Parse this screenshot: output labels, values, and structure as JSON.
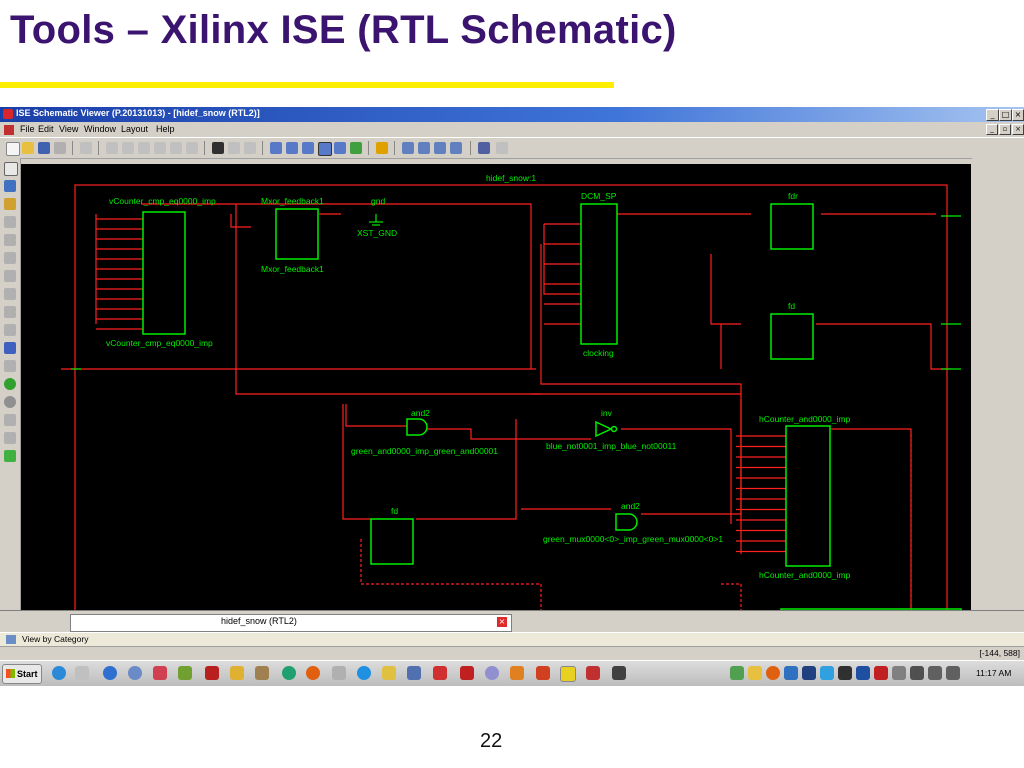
{
  "slide": {
    "title": "Tools – Xilinx ISE (RTL Schematic)",
    "page_number": "22"
  },
  "window": {
    "title": "ISE Schematic Viewer (P.20131013) - [hidef_snow (RTL2)]",
    "controls": {
      "minimize": "_",
      "maximize": "□",
      "close": "×"
    }
  },
  "menu": [
    "File",
    "Edit",
    "View",
    "Window",
    "Layout",
    "Help"
  ],
  "schematic": {
    "top_module": "hidef_snow:1",
    "vcounter_label": "vCounter_cmp_eq0000_imp",
    "vcounter_inst": "vCounter_cmp_eq0000_imp",
    "mxor_label": "Mxor_feedback1",
    "mxor_inst": "Mxor_feedback1",
    "gnd_label": "gnd",
    "gnd_inst": "XST_GND",
    "dcm_label": "DCM_SP",
    "dcm_inst": "clocking",
    "fdr_label": "fdr",
    "fd_label": "fd",
    "fd2_label": "fd",
    "and2_label": "and2",
    "and2_inst": "green_and0000_imp_green_and00001",
    "inv_label": "inv",
    "inv_inst": "blue_not0001_imp_blue_not00011",
    "and2b_label": "and2",
    "and2b_inst": "green_mux0000<0>_imp_green_mux0000<0>1",
    "hcounter_label": "hCounter_and0000_imp",
    "hcounter_inst": "hCounter_and0000_imp"
  },
  "tab": {
    "label": "hidef_snow (RTL2)",
    "close": "×"
  },
  "view_by": "View by Category",
  "status": {
    "coords": "[-144, 588]"
  },
  "taskbar": {
    "start": "Start",
    "time": "11:17 AM"
  },
  "colors": {
    "wire": "#ff2020",
    "component": "#00ee00",
    "background": "#000000",
    "title": "#3b1470",
    "rule": "#ffee00"
  }
}
